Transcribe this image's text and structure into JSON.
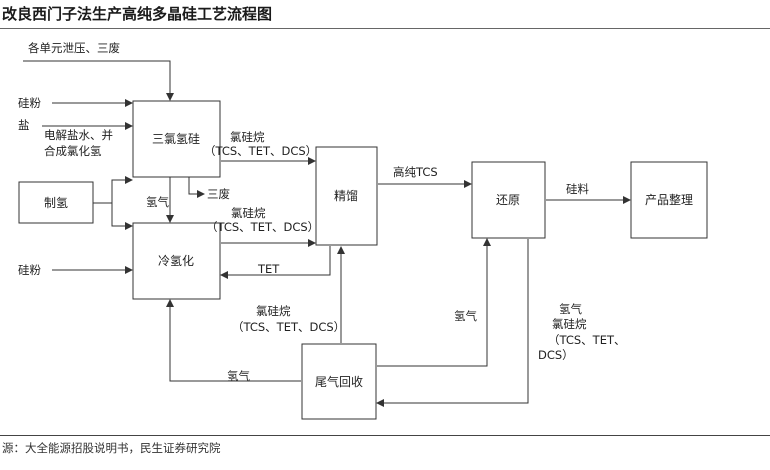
{
  "title": "改良西门子法生产高纯多晶硅工艺流程图",
  "source": "源：大全能源招股说明书，民生证券研究院",
  "boxes": {
    "trichlorosilane": "三氯氢硅",
    "hydrogen_production": "制氢",
    "cold_hydrogenation": "冷氢化",
    "rectification": "精馏",
    "reduction": "还原",
    "product_finishing": "产品整理",
    "tail_gas_recovery": "尾气回收"
  },
  "labels": {
    "unit_vent": "各单元泄压、三废",
    "silicon_powder_1": "硅粉",
    "salt": "盐",
    "electrolysis_1": "电解盐水、并",
    "electrolysis_2": "合成氯化氢",
    "hydrogen_1": "氢气",
    "three_wastes": "三废",
    "silicon_powder_2": "硅粉",
    "chlorosilane_1": "氯硅烷",
    "chlorosilane_1_detail": "（TCS、TET、DCS）",
    "chlorosilane_2": "氯硅烷",
    "chlorosilane_2_detail": "（TCS、TET、DCS）",
    "tet": "TET",
    "high_purity_tcs": "高纯TCS",
    "silicon_material": "硅料",
    "chlorosilane_3": "氯硅烷",
    "chlorosilane_3_detail": "（TCS、TET、DCS）",
    "hydrogen_2": "氢气",
    "hydrogen_3": "氢气",
    "hydrogen_4": "氢气",
    "chlorosilane_4": "氯硅烷",
    "chlorosilane_4_detail_1": "（TCS、TET、",
    "chlorosilane_4_detail_2": "DCS）"
  }
}
